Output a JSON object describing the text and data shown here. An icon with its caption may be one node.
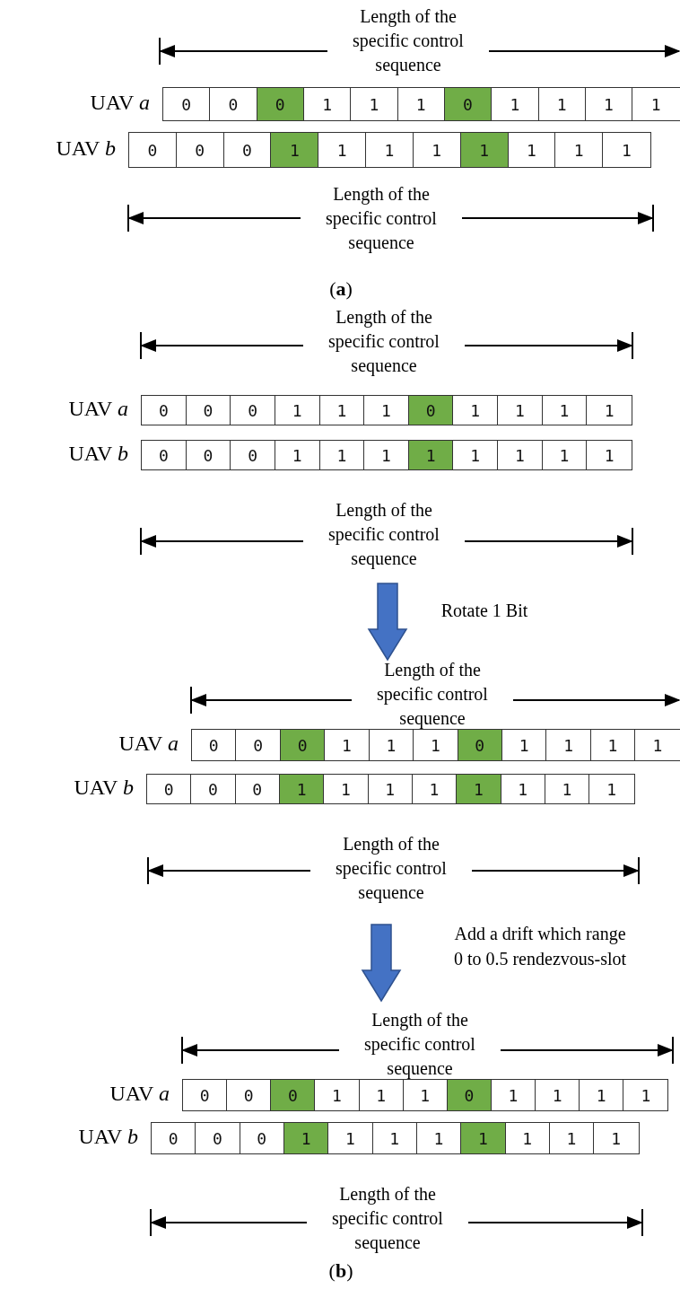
{
  "diagram": {
    "nodes": [
      {
        "text": [],
        "shape": "bar",
        "beside": [
          "UAV *a*"
        ]
      },
      {
        "text": [
          "0"
        ],
        "in": 0
      },
      {
        "text": [
          "0"
        ],
        "in": 0
      },
      {
        "text": [
          "0"
        ],
        "in": 0
      },
      {
        "text": [
          "1"
        ],
        "in": 0
      },
      {
        "text": [
          "1"
        ],
        "in": 0
      },
      {
        "text": [
          "1"
        ],
        "in": 0
      },
      {
        "text": [
          "0"
        ],
        "in": 0
      },
      {
        "text": [
          "1"
        ],
        "in": 0
      },
      {
        "text": [
          "1"
        ],
        "in": 0
      },
      {
        "text": [
          "1"
        ],
        "in": 0
      },
      {
        "text": [
          "1"
        ],
        "in": 0
      },
      {
        "text": [],
        "shape": "bar",
        "beside": [
          "UAV *b*"
        ]
      },
      {
        "text": [
          "0"
        ],
        "in": 12
      },
      {
        "text": [
          "0"
        ],
        "in": 12
      },
      {
        "text": [
          "0"
        ],
        "in": 12
      },
      {
        "text": [
          "1"
        ],
        "in": 12
      },
      {
        "text": [
          "1"
        ],
        "in": 12
      },
      {
        "text": [
          "1"
        ],
        "in": 12
      },
      {
        "text": [
          "1"
        ],
        "in": 12
      },
      {
        "text": [
          "1"
        ],
        "in": 12
      },
      {
        "text": [
          "1"
        ],
        "in": 12
      },
      {
        "text": [
          "1"
        ],
        "in": 12
      },
      {
        "text": [
          "1"
        ],
        "in": 12
      },
      {
        "text": [],
        "shape": "bar",
        "beside": [
          "UAV *a*"
        ]
      },
      {
        "text": [
          "0"
        ],
        "in": 24
      },
      {
        "text": [
          "0"
        ],
        "in": 24
      },
      {
        "text": [
          "0"
        ],
        "in": 24
      },
      {
        "text": [
          "1"
        ],
        "in": 24
      },
      {
        "text": [
          "1"
        ],
        "in": 24
      },
      {
        "text": [
          "1"
        ],
        "in": 24
      },
      {
        "text": [
          "0"
        ],
        "in": 24
      },
      {
        "text": [
          "1"
        ],
        "in": 24
      },
      {
        "text": [
          "1"
        ],
        "in": 24
      },
      {
        "text": [
          "1"
        ],
        "in": 24
      },
      {
        "text": [
          "1"
        ],
        "in": 24
      },
      {
        "text": [],
        "shape": "bar",
        "beside": [
          "UAV *b*"
        ]
      },
      {
        "text": [
          "0"
        ],
        "in": 36
      },
      {
        "text": [
          "0"
        ],
        "in": 36
      },
      {
        "text": [
          "0"
        ],
        "in": 36
      },
      {
        "text": [
          "1"
        ],
        "in": 36
      },
      {
        "text": [
          "1"
        ],
        "in": 36
      },
      {
        "text": [
          "1"
        ],
        "in": 36
      },
      {
        "text": [
          "1"
        ],
        "in": 36
      },
      {
        "text": [
          "1"
        ],
        "in": 36
      },
      {
        "text": [
          "1"
        ],
        "in": 36
      },
      {
        "text": [
          "1"
        ],
        "in": 36
      },
      {
        "text": [
          "1"
        ],
        "in": 36
      },
      {
        "text": [],
        "shape": "bar",
        "beside": [
          "UAV *a*"
        ]
      },
      {
        "text": [
          "0"
        ],
        "in": 48
      },
      {
        "text": [
          "0"
        ],
        "in": 48
      },
      {
        "text": [
          "0"
        ],
        "in": 48
      },
      {
        "text": [
          "1"
        ],
        "in": 48
      },
      {
        "text": [
          "1"
        ],
        "in": 48
      },
      {
        "text": [
          "1"
        ],
        "in": 48
      },
      {
        "text": [
          "0"
        ],
        "in": 48
      },
      {
        "text": [
          "1"
        ],
        "in": 48
      },
      {
        "text": [
          "1"
        ],
        "in": 48
      },
      {
        "text": [
          "1"
        ],
        "in": 48
      },
      {
        "text": [
          "1"
        ],
        "in": 48
      },
      {
        "text": [],
        "shape": "bar",
        "beside": [
          "UAV *b*"
        ]
      },
      {
        "text": [
          "0"
        ],
        "in": 60
      },
      {
        "text": [
          "0"
        ],
        "in": 60
      },
      {
        "text": [
          "0"
        ],
        "in": 60
      },
      {
        "text": [
          "1"
        ],
        "in": 60
      },
      {
        "text": [
          "1"
        ],
        "in": 60
      },
      {
        "text": [
          "1"
        ],
        "in": 60
      },
      {
        "text": [
          "1"
        ],
        "in": 60
      },
      {
        "text": [
          "1"
        ],
        "in": 60
      },
      {
        "text": [
          "1"
        ],
        "in": 60
      },
      {
        "text": [
          "1"
        ],
        "in": 60
      },
      {
        "text": [
          "1"
        ],
        "in": 60
      },
      {
        "text": [],
        "shape": "bar",
        "beside": [
          "UAV *a*"
        ]
      },
      {
        "text": [
          "0"
        ],
        "in": 72
      },
      {
        "text": [
          "0"
        ],
        "in": 72
      },
      {
        "text": [
          "0"
        ],
        "in": 72
      },
      {
        "text": [
          "1"
        ],
        "in": 72
      },
      {
        "text": [
          "1"
        ],
        "in": 72
      },
      {
        "text": [
          "1"
        ],
        "in": 72
      },
      {
        "text": [
          "0"
        ],
        "in": 72
      },
      {
        "text": [
          "1"
        ],
        "in": 72
      },
      {
        "text": [
          "1"
        ],
        "in": 72
      },
      {
        "text": [
          "1"
        ],
        "in": 72
      },
      {
        "text": [
          "1"
        ],
        "in": 72
      },
      {
        "text": [],
        "shape": "bar",
        "beside": [
          "UAV *b*"
        ]
      },
      {
        "text": [
          "0"
        ],
        "in": 84
      },
      {
        "text": [
          "0"
        ],
        "in": 84
      },
      {
        "text": [
          "0"
        ],
        "in": 84
      },
      {
        "text": [
          "1"
        ],
        "in": 84
      },
      {
        "text": [
          "1"
        ],
        "in": 84
      },
      {
        "text": [
          "1"
        ],
        "in": 84
      },
      {
        "text": [
          "1"
        ],
        "in": 84
      },
      {
        "text": [
          "1"
        ],
        "in": 84
      },
      {
        "text": [
          "1"
        ],
        "in": 84
      },
      {
        "text": [
          "1"
        ],
        "in": 84
      },
      {
        "text": [
          "1"
        ],
        "in": 84
      }
    ],
    "labels": [
      "Length of the specific control sequence",
      "Length of the specific control sequence",
      "(**a**)",
      "Length of the specific control sequence",
      "Length of the specific control sequence",
      "Rotate 1 Bit",
      "Length of the specific control sequence",
      "Length of the specific control sequence",
      "Add a drift which range 0 to 0.5 rendezvous-slot",
      "Length of the specific control sequence",
      "Length of the specific control sequence",
      "(**b**)"
    ]
  }
}
